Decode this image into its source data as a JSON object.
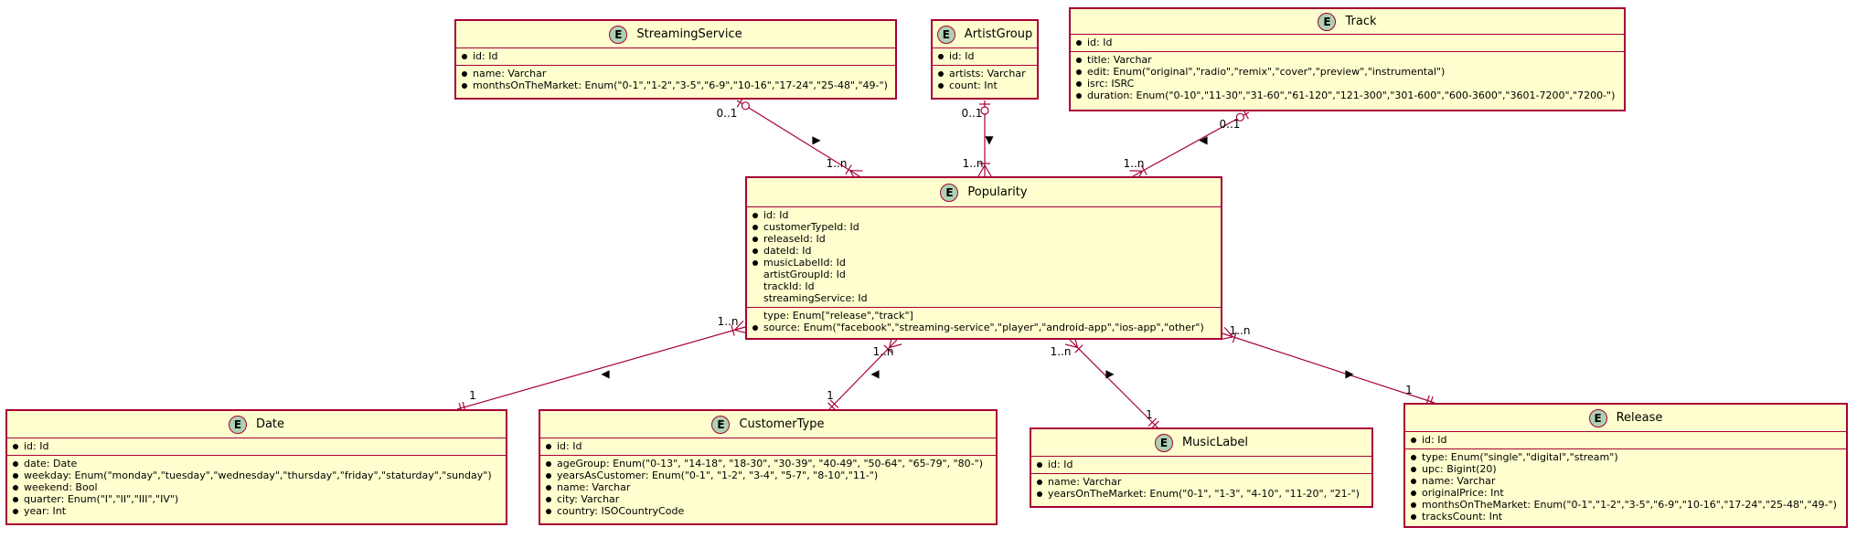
{
  "colors": {
    "entity_fill": "#FEFECE",
    "border": "#A80036",
    "badge": "#ADD1B2"
  },
  "entity_badge": "E",
  "entities": {
    "streaming_service": {
      "name": "StreamingService",
      "keys": [
        {
          "text": "id: Id",
          "mandatory": true
        }
      ],
      "fields": [
        {
          "text": "name: Varchar",
          "mandatory": true
        },
        {
          "text": "monthsOnTheMarket: Enum(\"0-1\",\"1-2\",\"3-5\",\"6-9\",\"10-16\",\"17-24\",\"25-48\",\"49-\")",
          "mandatory": true
        }
      ]
    },
    "artist_group": {
      "name": "ArtistGroup",
      "keys": [
        {
          "text": "id: Id",
          "mandatory": true
        }
      ],
      "fields": [
        {
          "text": "artists: Varchar",
          "mandatory": true
        },
        {
          "text": "count: Int",
          "mandatory": true
        }
      ]
    },
    "track": {
      "name": "Track",
      "keys": [
        {
          "text": "id: Id",
          "mandatory": true
        }
      ],
      "fields": [
        {
          "text": "title: Varchar",
          "mandatory": true
        },
        {
          "text": "edit: Enum(\"original\",\"radio\",\"remix\",\"cover\",\"preview\",\"instrumental\")",
          "mandatory": true
        },
        {
          "text": "isrc: ISRC",
          "mandatory": true
        },
        {
          "text": "duration: Enum(\"0-10\",\"11-30\",\"31-60\",\"61-120\",\"121-300\",\"301-600\",\"600-3600\",\"3601-7200\",\"7200-\")",
          "mandatory": true
        }
      ]
    },
    "popularity": {
      "name": "Popularity",
      "keys": [
        {
          "text": "id: Id",
          "mandatory": true
        },
        {
          "text": "customerTypeId: Id",
          "mandatory": true
        },
        {
          "text": "releaseId: Id",
          "mandatory": true
        },
        {
          "text": "dateId: Id",
          "mandatory": true
        },
        {
          "text": "musicLabelId: Id",
          "mandatory": true
        },
        {
          "text": "artistGroupId: Id",
          "mandatory": false
        },
        {
          "text": "trackId: Id",
          "mandatory": false
        },
        {
          "text": "streamingService: Id",
          "mandatory": false
        }
      ],
      "fields": [
        {
          "text": "type: Enum[\"release\",\"track\"]",
          "mandatory": false
        },
        {
          "text": "source: Enum(\"facebook\",\"streaming-service\",\"player\",\"android-app\",\"ios-app\",\"other\")",
          "mandatory": true
        }
      ]
    },
    "date": {
      "name": "Date",
      "keys": [
        {
          "text": "id: Id",
          "mandatory": true
        }
      ],
      "fields": [
        {
          "text": "date: Date",
          "mandatory": true
        },
        {
          "text": "weekday: Enum(\"monday\",\"tuesday\",\"wednesday\",\"thursday\",\"friday\",\"staturday\",\"sunday\")",
          "mandatory": true
        },
        {
          "text": "weekend: Bool",
          "mandatory": true
        },
        {
          "text": "quarter: Enum(\"I\",\"II\",\"III\",\"IV\")",
          "mandatory": true
        },
        {
          "text": "year: Int",
          "mandatory": true
        }
      ]
    },
    "customer_type": {
      "name": "CustomerType",
      "keys": [
        {
          "text": "id: Id",
          "mandatory": true
        }
      ],
      "fields": [
        {
          "text": "ageGroup: Enum(\"0-13\", \"14-18\", \"18-30\", \"30-39\", \"40-49\", \"50-64\", \"65-79\", \"80-\")",
          "mandatory": true
        },
        {
          "text": "yearsAsCustomer: Enum(\"0-1\", \"1-2\", \"3-4\", \"5-7\", \"8-10\",\"11-\")",
          "mandatory": true
        },
        {
          "text": "name: Varchar",
          "mandatory": true
        },
        {
          "text": "city: Varchar",
          "mandatory": true
        },
        {
          "text": "country: ISOCountryCode",
          "mandatory": true
        }
      ]
    },
    "music_label": {
      "name": "MusicLabel",
      "keys": [
        {
          "text": "id: Id",
          "mandatory": true
        }
      ],
      "fields": [
        {
          "text": "name: Varchar",
          "mandatory": true
        },
        {
          "text": "yearsOnTheMarket: Enum(\"0-1\", \"1-3\", \"4-10\", \"11-20\", \"21-\")",
          "mandatory": true
        }
      ]
    },
    "release": {
      "name": "Release",
      "keys": [
        {
          "text": "id: Id",
          "mandatory": true
        }
      ],
      "fields": [
        {
          "text": "type: Enum(\"single\",\"digital\",\"stream\")",
          "mandatory": true
        },
        {
          "text": "upc: Bigint(20)",
          "mandatory": true
        },
        {
          "text": "name: Varchar",
          "mandatory": true
        },
        {
          "text": "originalPrice: Int",
          "mandatory": true
        },
        {
          "text": "monthsOnTheMarket: Enum(\"0-1\",\"1-2\",\"3-5\",\"6-9\",\"10-16\",\"17-24\",\"25-48\",\"49-\")",
          "mandatory": true
        },
        {
          "text": "tracksCount: Int",
          "mandatory": true
        }
      ]
    }
  },
  "relations": {
    "streaming_service": {
      "near": "0..1",
      "far": "1..n",
      "direction_mark": "▶"
    },
    "artist_group": {
      "near": "0..1",
      "far": "1..n",
      "direction_mark": "▼"
    },
    "track": {
      "near": "0..1",
      "far": "1..n",
      "direction_mark": "◀"
    },
    "date": {
      "near": "1",
      "far": "1..n",
      "direction_mark": "◀"
    },
    "customer_type": {
      "near": "1",
      "far": "1..n",
      "direction_mark": "◀"
    },
    "music_label": {
      "near": "1",
      "far": "1..n",
      "direction_mark": "▶"
    },
    "release": {
      "near": "1",
      "far": "1..n",
      "direction_mark": "▶"
    }
  }
}
